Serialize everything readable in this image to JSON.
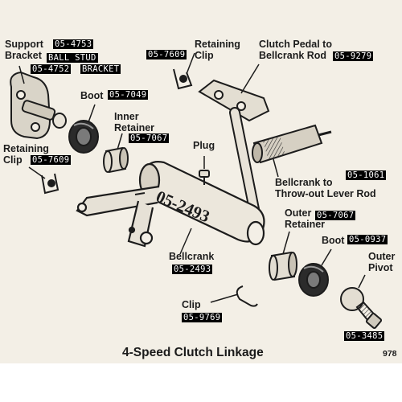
{
  "title": "4-Speed Clutch Linkage",
  "page_number": "978",
  "labels": {
    "support_bracket_1": "Support",
    "support_bracket_2": "Bracket",
    "retaining_clip_top_1": "Retaining",
    "retaining_clip_top_2": "Clip",
    "clutch_pedal_rod_1": "Clutch Pedal to",
    "clutch_pedal_rod_2": "Bellcrank Rod",
    "boot_top": "Boot",
    "inner_retainer_1": "Inner",
    "inner_retainer_2": "Retainer",
    "plug": "Plug",
    "retaining_clip_left_1": "Retaining",
    "retaining_clip_left_2": "Clip",
    "bellcrank_throwout_1": "Bellcrank to",
    "bellcrank_throwout_2": "Throw-out Lever Rod",
    "outer_retainer_1": "Outer",
    "outer_retainer_2": "Retainer",
    "boot_bottom": "Boot",
    "outer_pivot_1": "Outer",
    "outer_pivot_2": "Pivot",
    "bellcrank": "Bellcrank",
    "clip": "Clip",
    "bellcrank_stamp": "05-2493"
  },
  "part_numbers": {
    "ball_stud_num": "05-4753",
    "ball_stud_text": "BALL STUD",
    "bracket_num": "05-4752",
    "bracket_text": "BRACKET",
    "retaining_clip_top": "05-7609",
    "clutch_pedal_rod": "05-9279",
    "boot_top": "05-7049",
    "inner_retainer": "05-7067",
    "retaining_clip_left": "05-7609",
    "bellcrank_throwout_rod": "05-1061",
    "outer_retainer": "05-7067",
    "boot_bottom": "05-0937",
    "bellcrank": "05-2493",
    "clip": "05-9769",
    "outer_pivot": "05-3485"
  }
}
